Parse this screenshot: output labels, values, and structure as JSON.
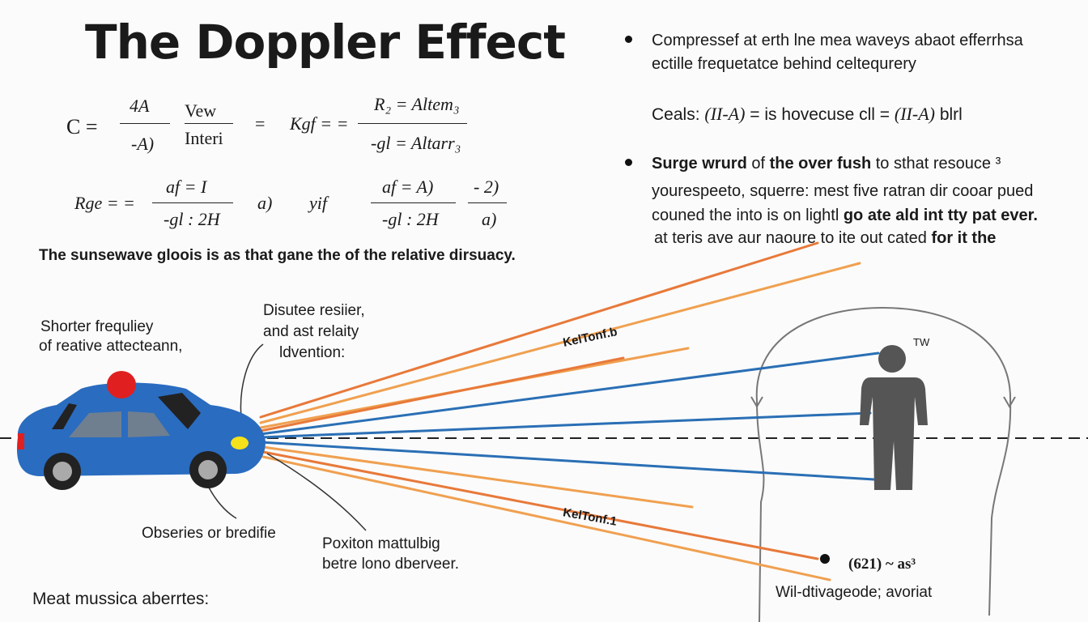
{
  "title": "The Doppler Effect",
  "formulas": {
    "f1_lhs": "C =",
    "f1_num": "4A",
    "f1_den": "-A)",
    "f1_frac_num": "Vew",
    "f1_frac_den": "Interi",
    "f1_eq": "=",
    "f1_rhs_lhs": "Kgf = =",
    "f1_rhs_num": "R₂ = Altem₃",
    "f1_rhs_den": "-gl = Altarr₃",
    "f2_lhs": "Rge = =",
    "f2_num": "af = I",
    "f2_den": "-gl : 2H",
    "f2_tail": "a)",
    "f3_lhs": "yif",
    "f3_num": "af = A)",
    "f3_den": "-gl : 2H",
    "f3_num2": "- 2)",
    "f3_den2": "a)"
  },
  "caption": "The sunsewave gloois is as that gane the of the relative dirsuacy.",
  "bullets": {
    "b1_line1": "Compressef at erth lne mea waveys abaot efferrhsa",
    "b1_line2": "ectille frequetatce behind celtequrery",
    "ceals_label": "Ceals:",
    "ceals_expr1": "(II-A)",
    "ceals_mid": "= is hovecuse cll =",
    "ceals_expr2": "(II-A)",
    "ceals_tail": "blrl",
    "b2_bold1": "Surge wrurd",
    "b2_t1": " of ",
    "b2_bold2": "the over fush",
    "b2_t2": " to sthat resouce ³",
    "b2_line2": "yourespeeto, squerre: mest five ratran dir cooar pued",
    "b2_line3a": "couned the into is on lightl ",
    "b2_line3b": "go ate ald int tty pat ever.",
    "b2_line4a": "at teris ave aur naoure to ite out cated ",
    "b2_line4b": "for it the"
  },
  "labels": {
    "shorter1": "Shorter frequliey",
    "shorter2": "of reative attecteann,",
    "dist1": "Disutee resiier,",
    "dist2": "and ast relaity",
    "dist3": "ldvention:",
    "wave_upper": "KelTonf.b",
    "wave_lower": "KelTonf.1",
    "observes": "Obseries or bredifie",
    "pos1": "Poxiton mattulbig",
    "pos2": "betre lono dberveer.",
    "meat": "Meat mussica aberrtes:",
    "tw": "TW",
    "obs_formula": "(621) ~ as³",
    "obs_caption": "Wil-dtivageode; avoriat"
  },
  "colors": {
    "orange": "#e8793a",
    "orange_light": "#f0a050",
    "blue": "#2a6fb5",
    "car": "#2a6cc0",
    "siren": "#e02020",
    "person": "#555555"
  }
}
